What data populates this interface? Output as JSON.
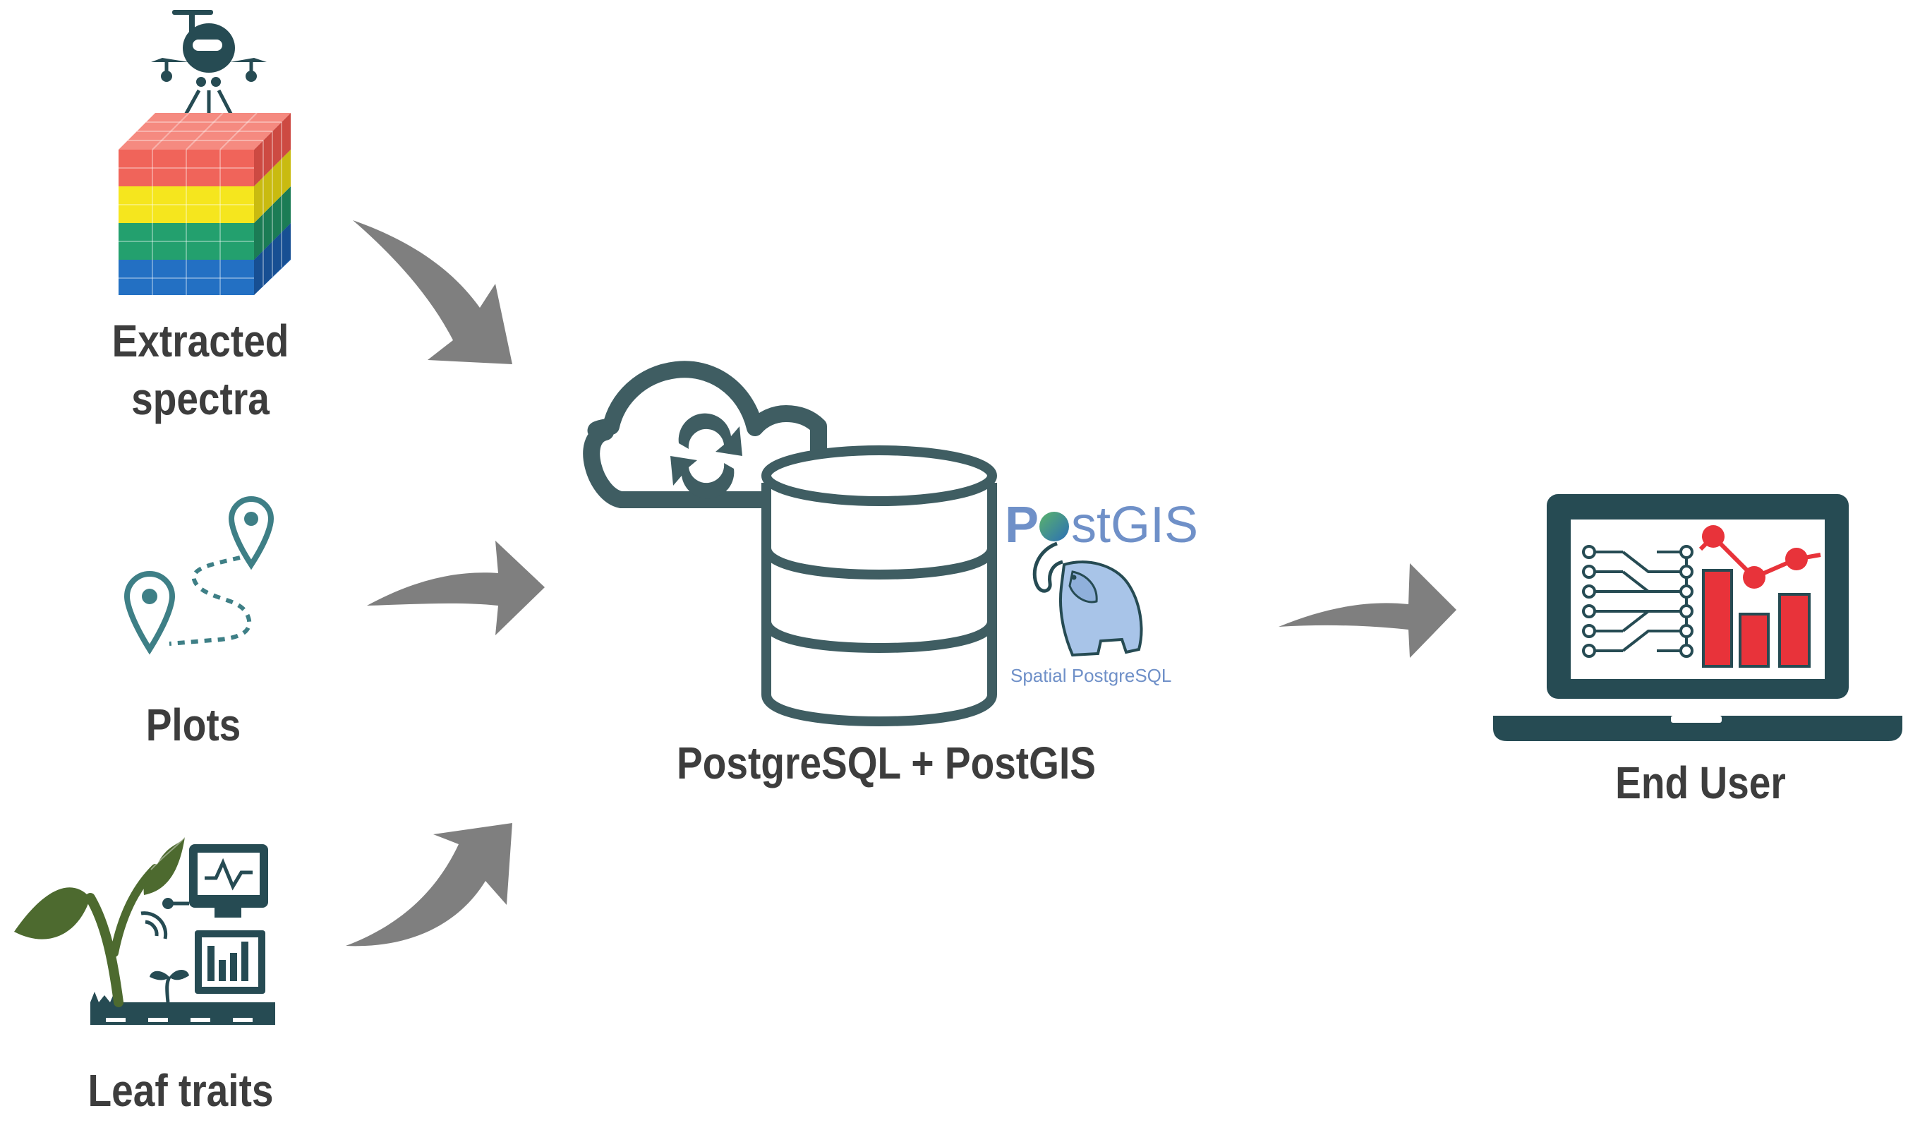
{
  "labels": {
    "extracted_line1": "Extracted",
    "extracted_line2": "spectra",
    "plots": "Plots",
    "leaf_traits": "Leaf traits",
    "database": "PostgreSQL + PostGIS",
    "end_user": "End User"
  },
  "postgis_logo": {
    "word_prefix": "P",
    "word_suffix": "stGIS",
    "tagline": "Spatial PostgreSQL"
  },
  "colors": {
    "icon_dark": "#264b53",
    "arrow": "#7f7f7f",
    "label_text": "#3d3d3d",
    "cube_red": "#f0645a",
    "cube_yellow": "#f5e61e",
    "cube_green": "#23a06e",
    "cube_blue": "#2370c3",
    "plant_green": "#4d6a2f",
    "plot_marker": "#3e7f86",
    "chart_red": "#e8333a",
    "postgis_blue": "#6f90c8"
  },
  "icons": [
    "drone-icon",
    "spectral-cube-icon",
    "map-route-icon",
    "plant-sensor-icon",
    "cloud-sync-icon",
    "database-icon",
    "postgis-elephant-logo",
    "laptop-analytics-icon"
  ]
}
